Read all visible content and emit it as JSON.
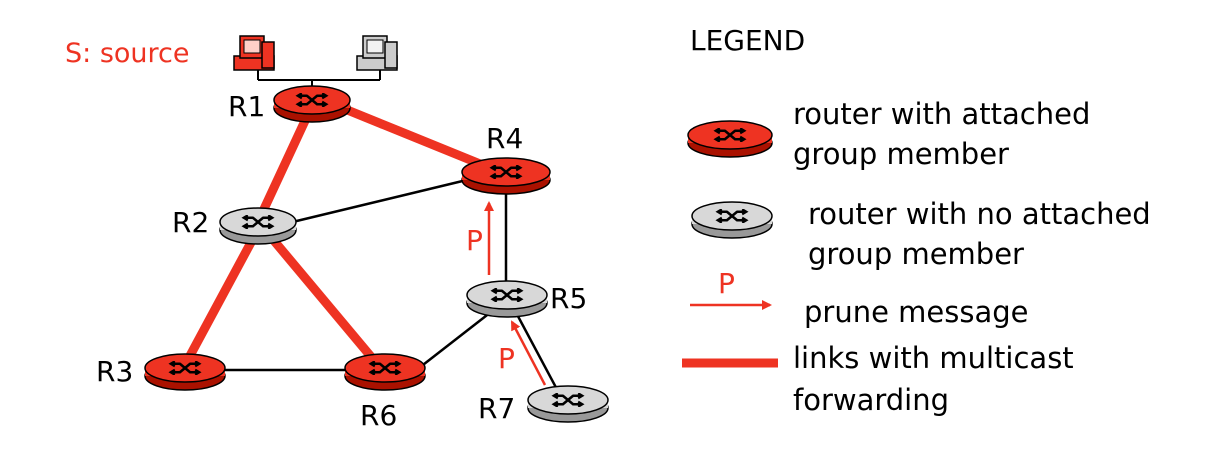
{
  "diagram": {
    "source_label": "S: source",
    "routers": {
      "R1": {
        "label": "R1",
        "group_member": true
      },
      "R2": {
        "label": "R2",
        "group_member": false
      },
      "R3": {
        "label": "R3",
        "group_member": true
      },
      "R4": {
        "label": "R4",
        "group_member": true
      },
      "R5": {
        "label": "R5",
        "group_member": false
      },
      "R6": {
        "label": "R6",
        "group_member": true
      },
      "R7": {
        "label": "R7",
        "group_member": false
      }
    },
    "multicast_links": [
      [
        "R1",
        "R2"
      ],
      [
        "R1",
        "R4"
      ],
      [
        "R2",
        "R3"
      ],
      [
        "R2",
        "R6"
      ]
    ],
    "plain_links": [
      [
        "R2",
        "R4"
      ],
      [
        "R3",
        "R6"
      ],
      [
        "R6",
        "R5"
      ],
      [
        "R4",
        "R5"
      ],
      [
        "R5",
        "R7"
      ]
    ],
    "prune_messages": [
      {
        "from": "R5",
        "to": "R4",
        "label": "P"
      },
      {
        "from": "R7",
        "to": "R5",
        "label": "P"
      }
    ]
  },
  "legend": {
    "title": "LEGEND",
    "member_line1": "router with attached",
    "member_line2": "group member",
    "nonmember_line1": "router with no attached",
    "nonmember_line2": "group member",
    "prune_symbol": "P",
    "prune_label": "prune message",
    "links_line1": "links with multicast",
    "links_line2": "forwarding"
  },
  "colors": {
    "member_router": "#ee3322",
    "nonmember_router": "#d8d8d8",
    "multicast_link": "#ee3322",
    "prune_arrow": "#ee3322",
    "plain_link": "#000000"
  }
}
